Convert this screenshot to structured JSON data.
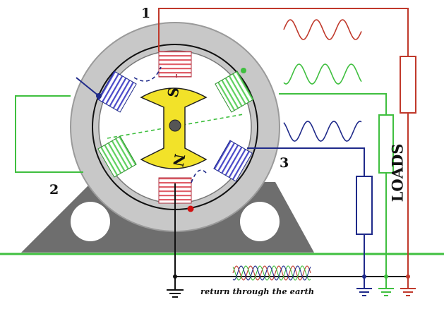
{
  "labels": {
    "phase1": "1",
    "phase2": "2",
    "phase3": "3",
    "loads": "LOADS",
    "north": "N",
    "south": "S",
    "earth_return": "return through the earth"
  },
  "colors": {
    "phase1": "#c0392b",
    "phase2": "#3fbf3f",
    "phase3": "#1f2a8a",
    "rotor": "#f2e229",
    "stator": "#c8c8c8",
    "frame": "#6e6e6e",
    "ground_line": "#3fbf3f"
  }
}
